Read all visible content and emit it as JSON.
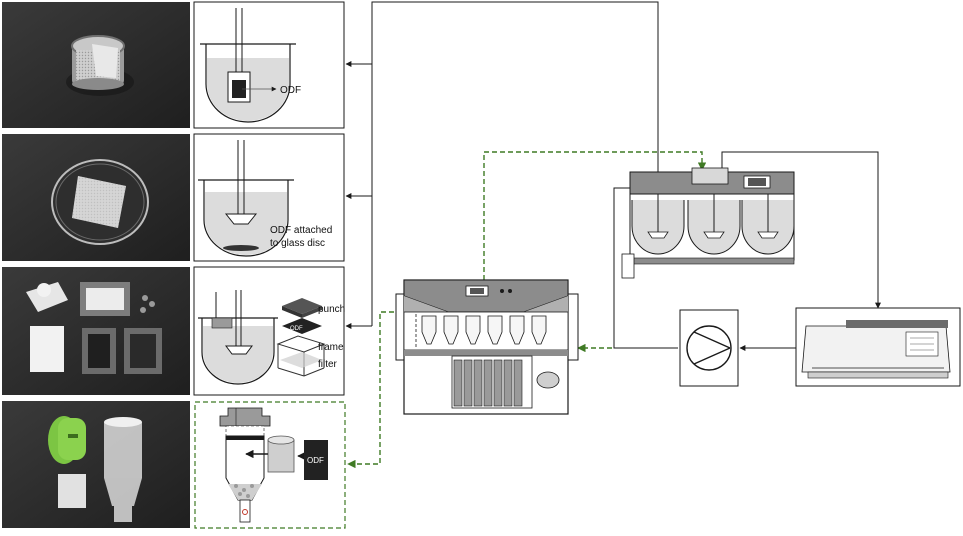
{
  "labels": {
    "odf": "ODF",
    "odf_attached_line1": "ODF attached",
    "odf_attached_line2": "to glass disc",
    "punch": "punch",
    "odf_small": "ODF",
    "frame": "frame",
    "filter": "filter",
    "odf_box": "ODF"
  },
  "colors": {
    "photo_bg": "#2b2b2b",
    "line": "#1a1a1a",
    "dashed_green": "#3f7a24",
    "liquid": "#dcdcdc",
    "device_dark": "#8c8c8c",
    "device_mid": "#b0b0b0",
    "green_cap": "#7cc543"
  },
  "icons": [
    "basket-photo",
    "glass-disc-photo",
    "sandwich-parts-photo",
    "flow-cell-photo",
    "pump-icon",
    "printer-icon"
  ]
}
